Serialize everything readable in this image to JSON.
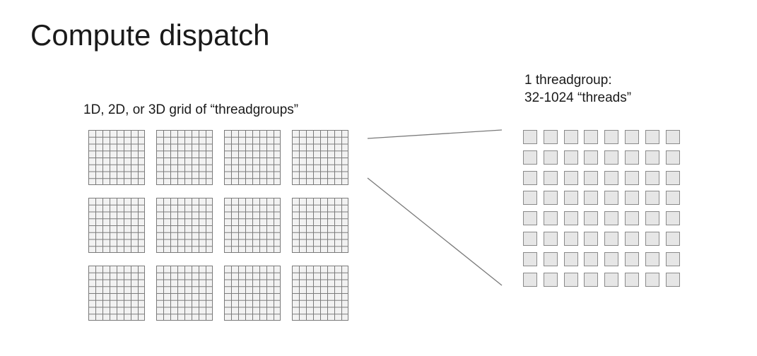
{
  "slide": {
    "title": "Compute dispatch",
    "grid_caption": "1D, 2D, or 3D grid of “threadgroups”",
    "threadgroup_caption": {
      "line1": "1 threadgroup:",
      "line2": "32-1024 “threads”"
    }
  },
  "dispatch_grid": {
    "rows": 3,
    "cols": 4,
    "cells_per_threadgroup": [
      8,
      8
    ]
  },
  "threadgroup_detail": {
    "rows": 8,
    "cols": 8
  },
  "colors": {
    "line": "#7a7a7a",
    "cell_fill": "#e6e6e6",
    "text": "#1a1a1a"
  }
}
